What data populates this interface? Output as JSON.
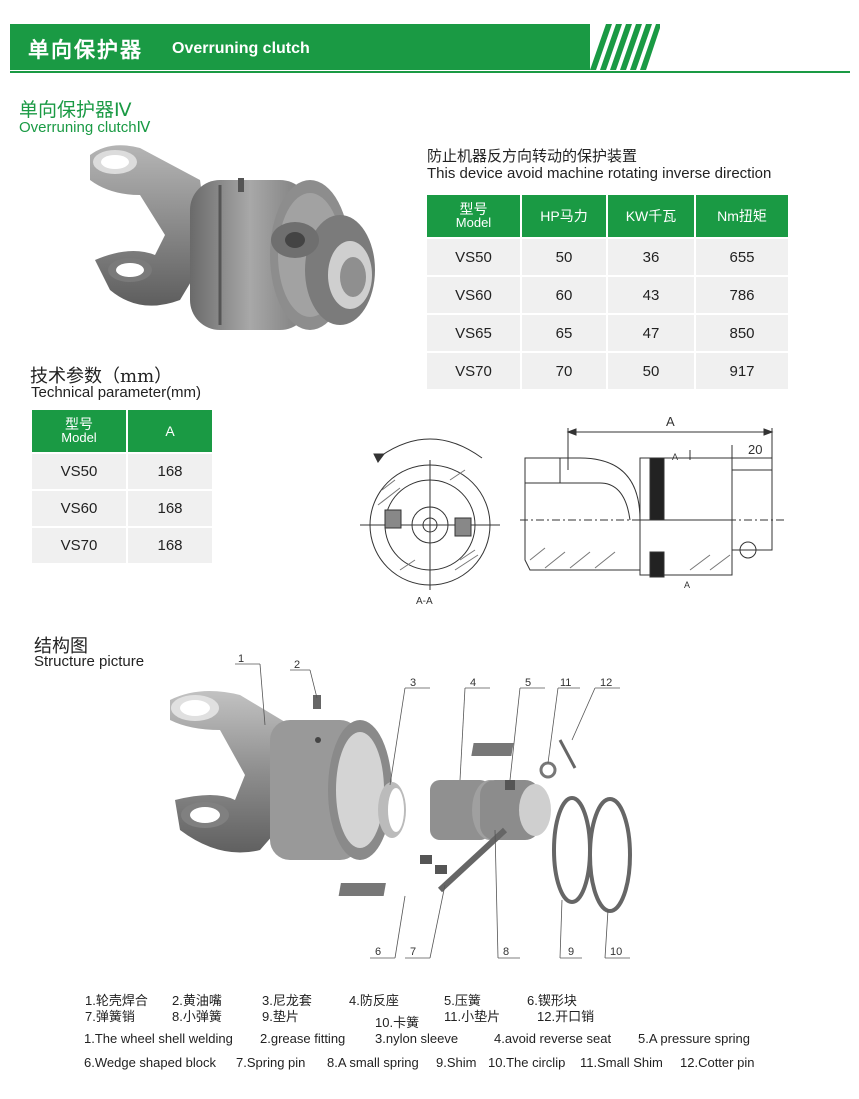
{
  "header": {
    "title_cn": "单向保护器",
    "title_en": "Overruning clutch"
  },
  "product": {
    "title_cn": "单向保护器Ⅳ",
    "title_en": "Overruning clutchⅣ"
  },
  "description": {
    "cn": "防止机器反方向转动的保护装置",
    "en": "This device avoid machine rotating inverse direction"
  },
  "main_table": {
    "headers": [
      {
        "l1": "型号",
        "l2": "Model"
      },
      {
        "l1": "HP马力",
        "l2": ""
      },
      {
        "l1": "KW千瓦",
        "l2": ""
      },
      {
        "l1": "Nm扭矩",
        "l2": ""
      }
    ],
    "rows": [
      [
        "VS50",
        "50",
        "36",
        "655"
      ],
      [
        "VS60",
        "60",
        "43",
        "786"
      ],
      [
        "VS65",
        "65",
        "47",
        "850"
      ],
      [
        "VS70",
        "70",
        "50",
        "917"
      ]
    ]
  },
  "tech": {
    "title_cn": "技术参数（mm）",
    "title_en": "Technical parameter(mm)",
    "headers": [
      {
        "l1": "型号",
        "l2": "Model"
      },
      {
        "l1": "A",
        "l2": ""
      }
    ],
    "rows": [
      [
        "VS50",
        "168"
      ],
      [
        "VS60",
        "168"
      ],
      [
        "VS70",
        "168"
      ]
    ]
  },
  "drawing": {
    "dim_a": "A",
    "dim_20": "20",
    "section": "A-A",
    "mark_a1": "A",
    "mark_a2": "A"
  },
  "structure": {
    "title_cn": "结构图",
    "title_en": "Structure picture",
    "callouts": [
      "1",
      "2",
      "3",
      "4",
      "5",
      "11",
      "12",
      "6",
      "7",
      "8",
      "9",
      "10"
    ]
  },
  "legend_cn_row1": [
    "1.轮壳焊合",
    "2.黄油嘴",
    "3.尼龙套",
    "4.防反座",
    "5.压簧",
    "6.锲形块"
  ],
  "legend_cn_row2": [
    "7.弹簧销",
    "8.小弹簧",
    "9.垫片",
    "10.卡簧",
    "11.小垫片",
    "12.开口销"
  ],
  "legend_en_row1": [
    "1.The wheel shell welding",
    "2.grease fitting",
    "3.nylon sleeve",
    "4.avoid reverse seat",
    "5.A pressure spring"
  ],
  "legend_en_row2": [
    "6.Wedge shaped block",
    "7.Spring pin",
    "8.A small spring",
    "9.Shim",
    "10.The circlip",
    "11.Small Shim",
    "12.Cotter pin"
  ],
  "colors": {
    "brand_green": "#1a9a44",
    "cell_gray": "#f0f0f0"
  }
}
